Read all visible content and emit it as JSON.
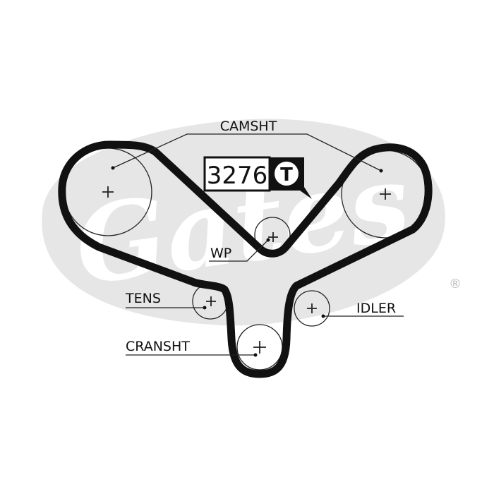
{
  "brand": {
    "logo_text": "Gates",
    "registered_mark": "®",
    "watermark_color": "#e6e6e6"
  },
  "part_number": "3276",
  "badge_letter": "T",
  "labels": {
    "camshaft": "CAMSHT",
    "water_pump": "WP",
    "tensioner": "TENS",
    "idler": "IDLER",
    "crankshaft": "CRANSHT"
  },
  "colors": {
    "belt": "#111111",
    "pulley": "#222222"
  }
}
